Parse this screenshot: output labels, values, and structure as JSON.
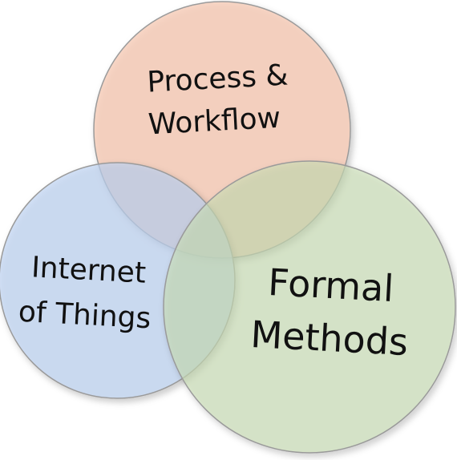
{
  "diagram": {
    "sets": [
      {
        "key": "process",
        "lines": [
          "Process &",
          "Workflow"
        ],
        "color": "#f7c7b1"
      },
      {
        "key": "iot",
        "lines": [
          "Internet",
          "of Things"
        ],
        "color": "#bcd3f2"
      },
      {
        "key": "formal",
        "lines": [
          "Formal",
          "Methods"
        ],
        "color": "#c9dfb5"
      }
    ]
  }
}
